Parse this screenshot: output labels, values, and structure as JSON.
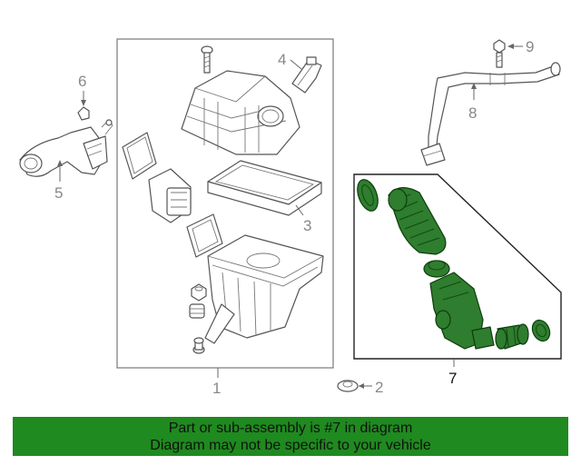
{
  "callouts": {
    "c1": "1",
    "c2": "2",
    "c3": "3",
    "c4": "4",
    "c5": "5",
    "c6": "6",
    "c7": "7",
    "c8": "8",
    "c9": "9"
  },
  "banner": {
    "line1": "Part or sub-assembly is #7 in diagram",
    "line2": "Diagram may not be specific to your vehicle"
  },
  "colors": {
    "highlight": "#2f7d2f",
    "banner": "#1f8a1f"
  }
}
